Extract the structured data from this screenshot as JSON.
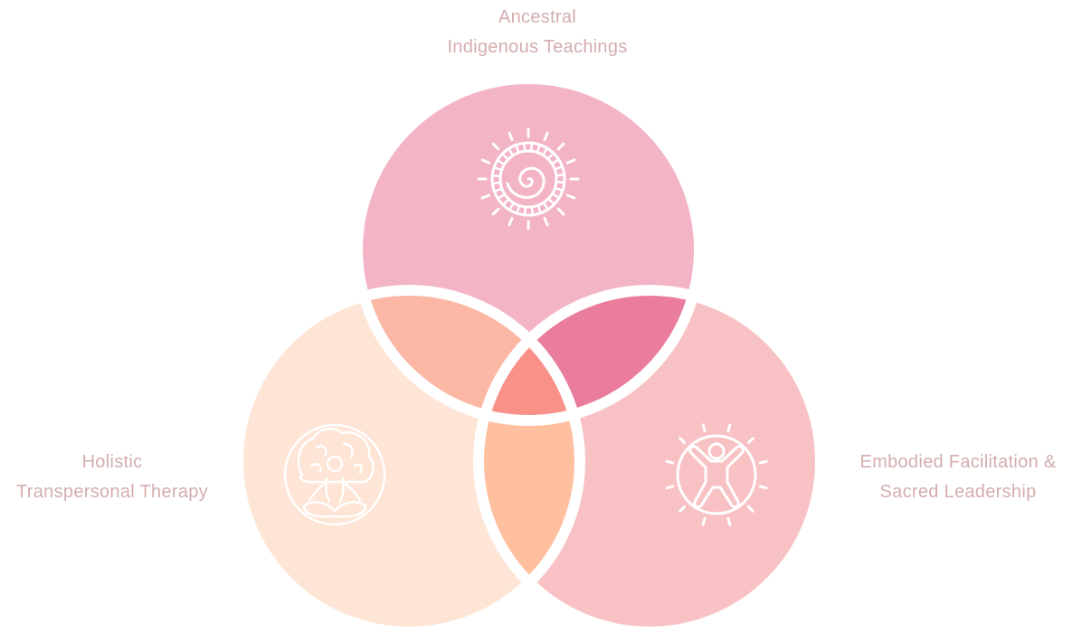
{
  "colors": {
    "background": "#ffffff",
    "label_text": "#d4adae",
    "circle_top": "#f3b5c6",
    "circle_left": "#fee5d5",
    "circle_right": "#f8c2c4",
    "overlap_top_left": "#fcb7a5",
    "overlap_top_right": "#ea7d9c",
    "overlap_left_right": "#ffc0a0",
    "overlap_center": "#f99189",
    "outline": "#ffffff",
    "icon_stroke": "#ffffff"
  },
  "sets": [
    {
      "key": "top",
      "lines": [
        "Ancestral",
        "Indigenous Teachings"
      ],
      "icon": "spiral-sun-icon"
    },
    {
      "key": "left",
      "lines": [
        "Holistic",
        "Transpersonal Therapy"
      ],
      "icon": "meditating-person-icon"
    },
    {
      "key": "right",
      "lines": [
        "Embodied Facilitation &",
        "Sacred Leadership"
      ],
      "icon": "radiant-person-icon"
    }
  ]
}
